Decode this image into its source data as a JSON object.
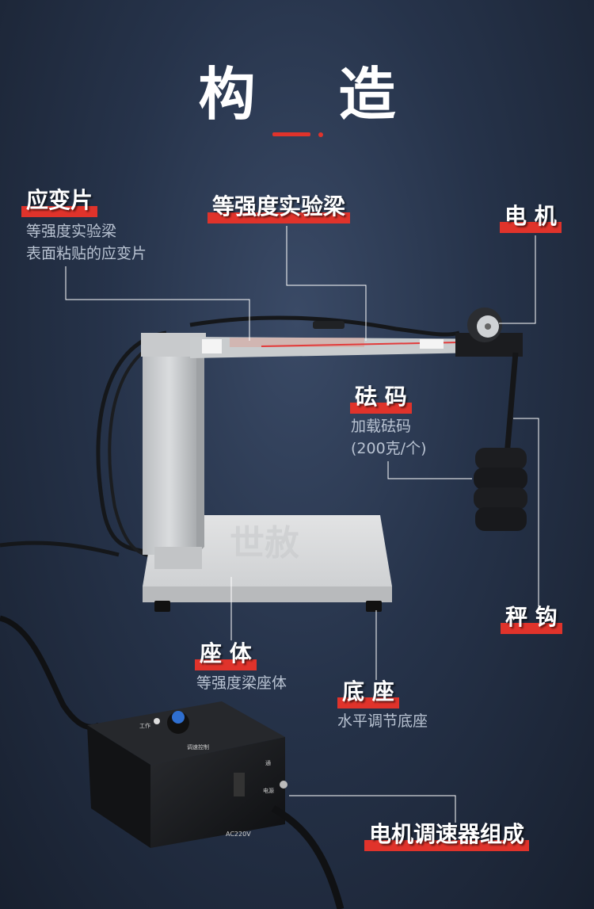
{
  "title": "构 造",
  "labels": {
    "strain_gauge": {
      "name": "应变片",
      "desc_line1": "等强度实验梁",
      "desc_line2": "表面粘贴的应变片"
    },
    "beam": {
      "name": "等强度实验梁"
    },
    "motor": {
      "name": "电 机"
    },
    "weight": {
      "name": "砝 码",
      "desc_line1": "加载砝码",
      "desc_line2": "(200克/个)"
    },
    "hook": {
      "name": "秤 钩"
    },
    "seat": {
      "name": "座 体",
      "desc_line1": "等强度梁座体"
    },
    "base": {
      "name": "底 座",
      "desc_line1": "水平调节底座"
    },
    "controller": {
      "name": "电机调速器组成"
    }
  },
  "watermark": "世赦",
  "device_text": {
    "panel_left": "工作",
    "panel_name": "调速控制",
    "switch_label": "通",
    "power_label": "电源",
    "voltage": "AC220V"
  },
  "colors": {
    "accent": "#e0332b",
    "desc_text": "#b9c3d2",
    "leader_line": "#ffffff"
  }
}
